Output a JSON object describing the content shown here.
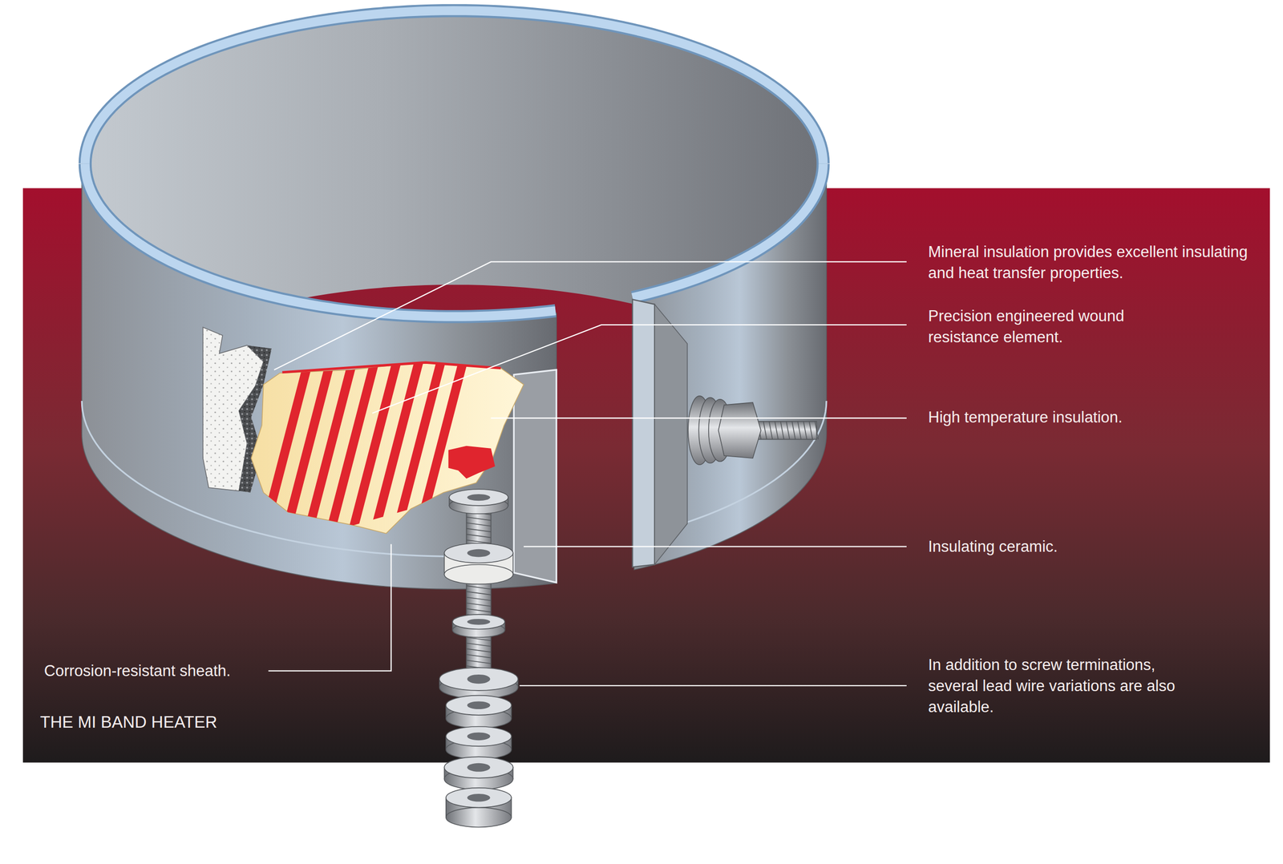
{
  "diagram": {
    "title": "THE MI BAND HEATER",
    "labels": [
      "Mineral insulation provides excellent insulating and heat transfer properties.",
      "Precision engineered wound resistance element.",
      "High temperature insulation.",
      "Insulating ceramic.",
      "Corrosion-resistant sheath.",
      "In addition to screw terminations, several lead wire variations are also available."
    ]
  }
}
